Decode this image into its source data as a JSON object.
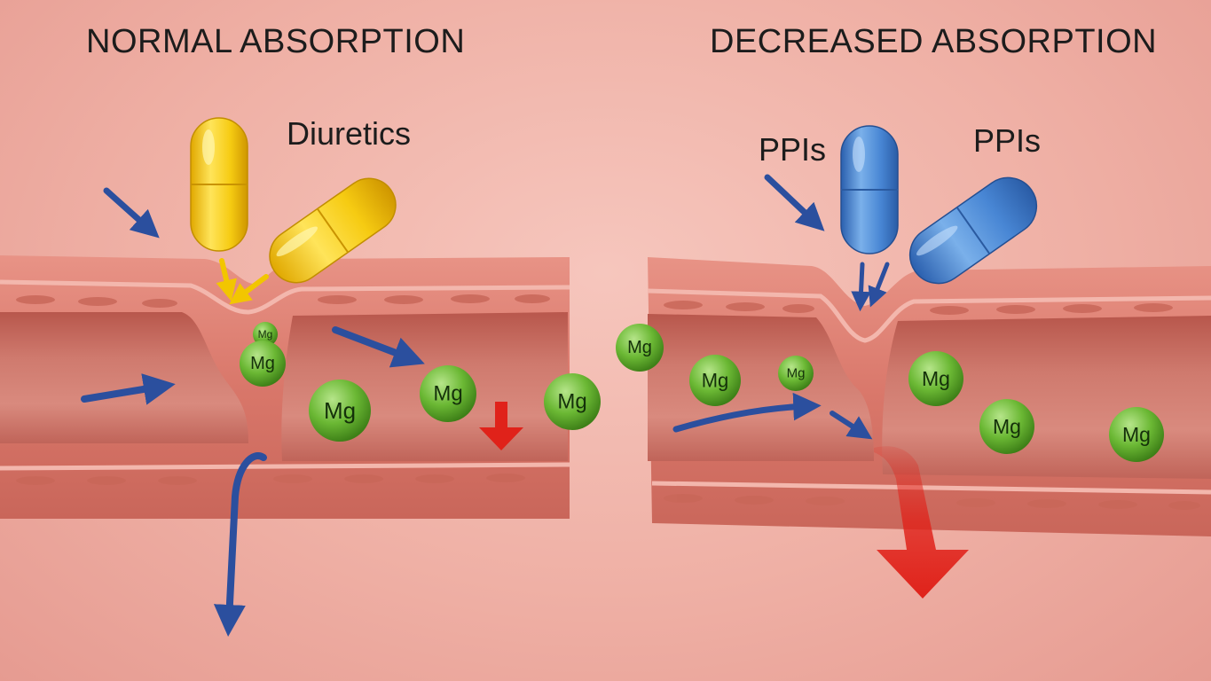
{
  "headings": {
    "left": "NORMAL ABSORPTION",
    "right": "DECREASED ABSORPTION"
  },
  "drugs": {
    "left_label": "Diuretics",
    "right_label_1": "PPIs",
    "right_label_2": "PPIs"
  },
  "ion": {
    "symbol": "Mg"
  },
  "colors": {
    "diuretic_pill": "#f2c600",
    "ppi_pill": "#3f7fd0",
    "mg_ion": "#5fae2e",
    "flow_arrow": "#2b4f9e",
    "loss_arrow": "#e0221a",
    "tissue": "#d9776a"
  }
}
